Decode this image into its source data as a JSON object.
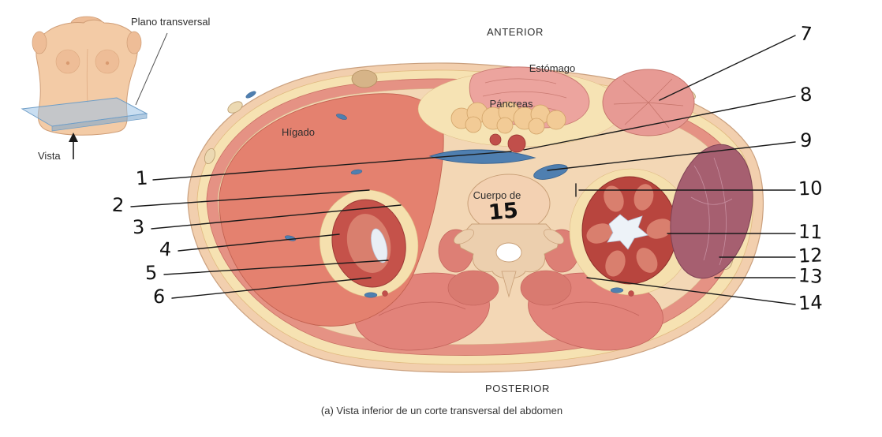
{
  "figure": {
    "orientation_top": "ANTERIOR",
    "orientation_bottom": "POSTERIOR",
    "caption": "(a) Vista inferior de un corte transversal del abdomen"
  },
  "inset": {
    "plane_label": "Plano transversal",
    "view_label": "Vista"
  },
  "organs": {
    "liver": "Hígado",
    "stomach": "Estómago",
    "pancreas": "Páncreas",
    "vertebral_body_prefix": "Cuerpo de",
    "handwritten_answer": "15"
  },
  "numbers": {
    "left": [
      "1",
      "2",
      "3",
      "4",
      "5",
      "6"
    ],
    "right": [
      "7",
      "8",
      "9",
      "10",
      "11",
      "12",
      "13",
      "14"
    ]
  },
  "colors": {
    "skin": "#f2cfae",
    "fat": "#f6e2b2",
    "muscle": "#e59284",
    "liver": "#e4816f",
    "kidney": "#b8453e",
    "stomach": "#eca49e",
    "pancreas": "#f2cb96",
    "vein_blue": "#4f7fb0",
    "artery_red": "#c14f4b",
    "bone": "#f3d1b2",
    "spleen": "#a65f70",
    "ink": "#1a1a1a"
  }
}
